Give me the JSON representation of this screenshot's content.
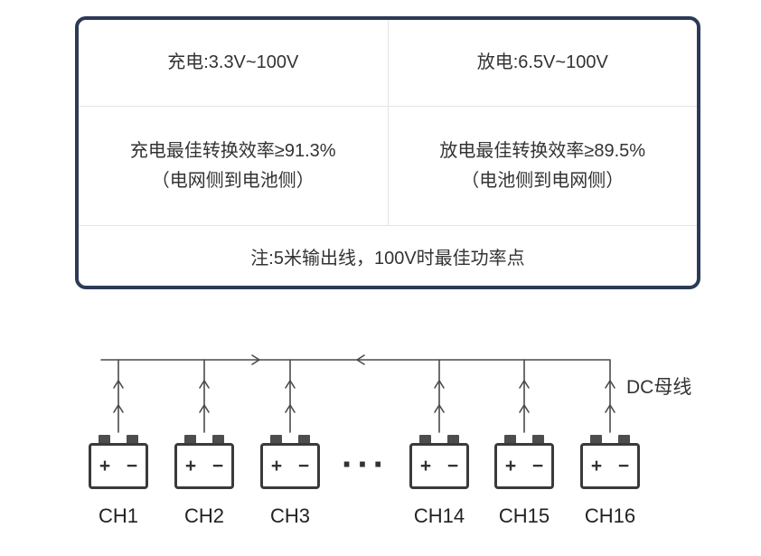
{
  "spec_table": {
    "charge_range": "充电:3.3V~100V",
    "discharge_range": "放电:6.5V~100V",
    "charge_efficiency_line1": "充电最佳转换效率≥91.3%",
    "charge_efficiency_line2": "（电网侧到电池侧）",
    "discharge_efficiency_line1": "放电最佳转换效率≥89.5%",
    "discharge_efficiency_line2": "（电池侧到电网侧）",
    "note": "注:5米输出线，100V时最佳功率点",
    "border_color": "#2c3a57",
    "divider_color": "#e4e4e4",
    "text_color": "#333333"
  },
  "diagram": {
    "bus_label": "DC母线",
    "ellipsis": "···",
    "plus": "+",
    "minus": "−",
    "channels": [
      "CH1",
      "CH2",
      "CH3",
      "CH14",
      "CH15",
      "CH16"
    ]
  }
}
